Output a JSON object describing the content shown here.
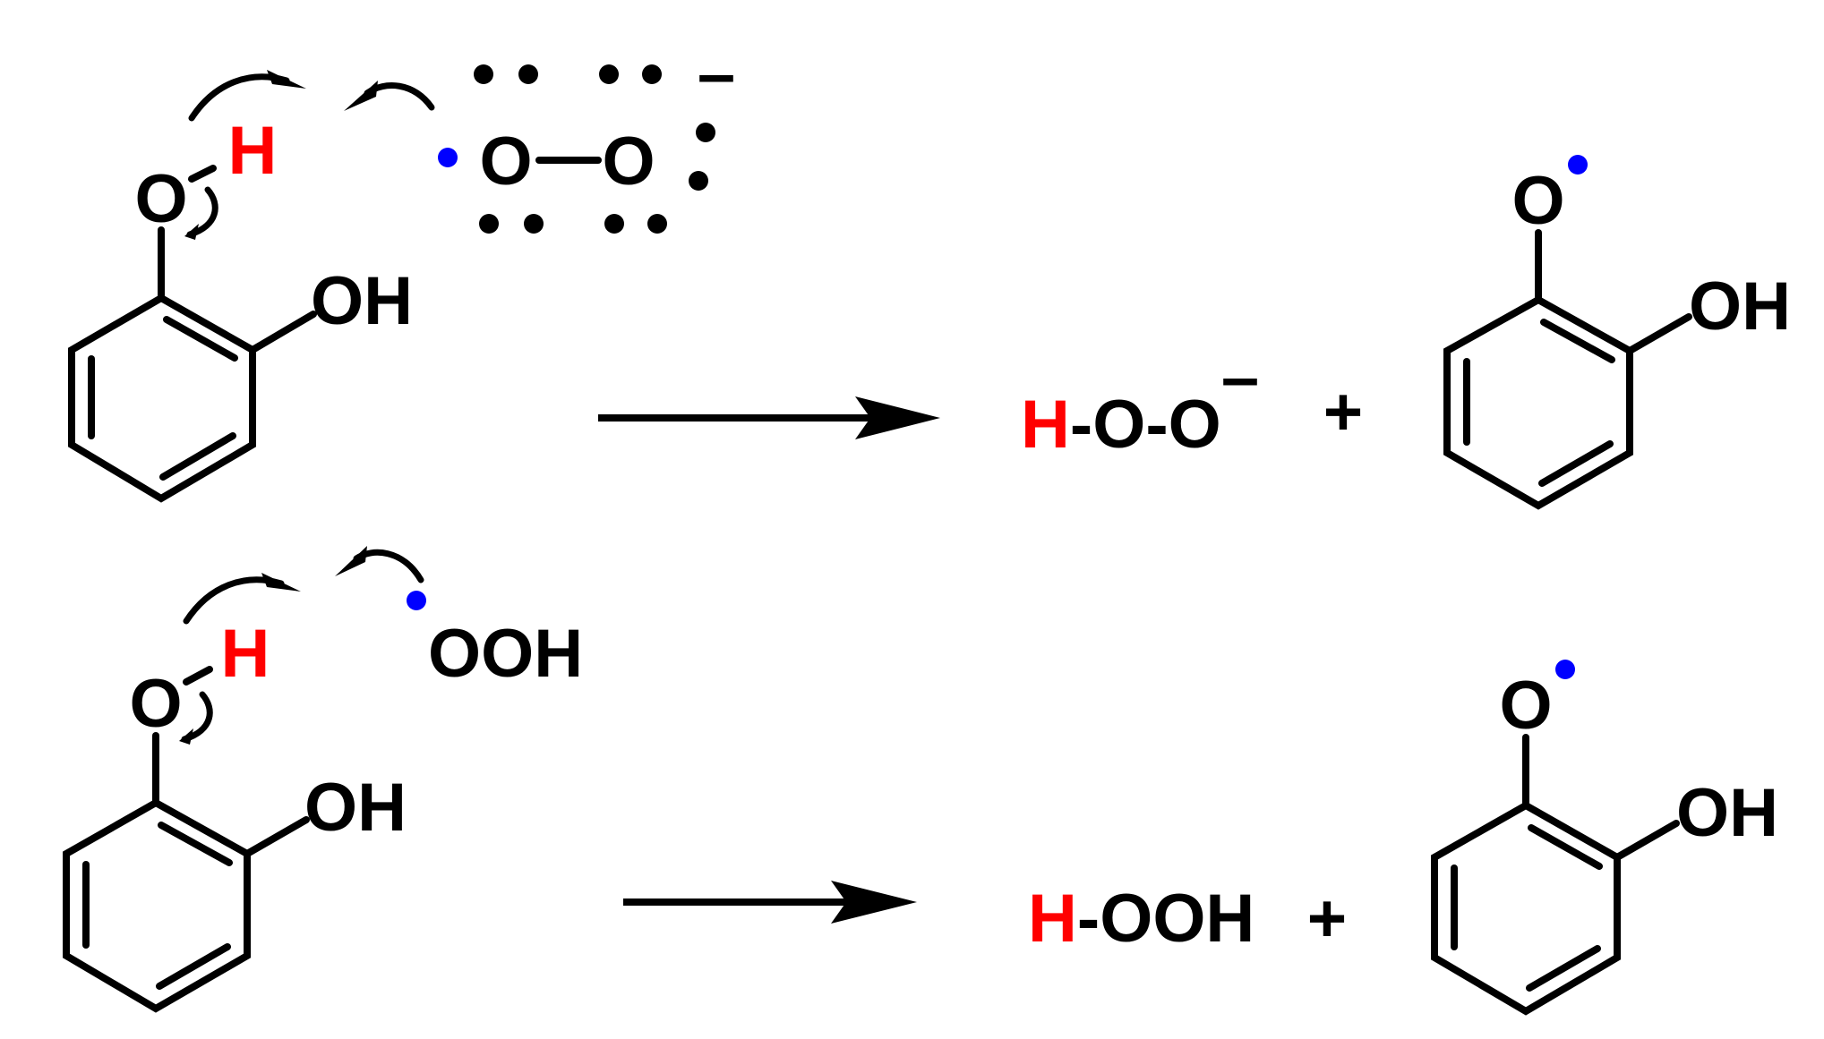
{
  "colors": {
    "ink": "#000000",
    "hydrogen": "#ff0000",
    "radical_dot": "#0000ff"
  },
  "reaction_1": {
    "reactant": {
      "phenol_oxygen": "O",
      "phenol_hydrogen": "H",
      "hydroxyl": "OH"
    },
    "superoxide": {
      "oxygen_1": "O",
      "oxygen_2": "O",
      "charge": "–"
    },
    "product_anion": {
      "hydrogen": "H",
      "rest": "-O-O",
      "charge": "–"
    },
    "plus": "+",
    "product_radical": {
      "oxygen": "O",
      "hydroxyl": "OH"
    }
  },
  "reaction_2": {
    "reactant": {
      "phenol_oxygen": "O",
      "phenol_hydrogen": "H",
      "hydroxyl": "OH"
    },
    "radical": {
      "label": "OOH"
    },
    "product_peroxide": {
      "hydrogen": "H",
      "rest": "-OOH"
    },
    "plus": "+",
    "product_radical": {
      "oxygen": "O",
      "hydroxyl": "OH"
    }
  },
  "icons": [
    "curved-arrow-icon",
    "reaction-arrow-icon",
    "radical-dot-icon",
    "lone-pair-icon"
  ]
}
